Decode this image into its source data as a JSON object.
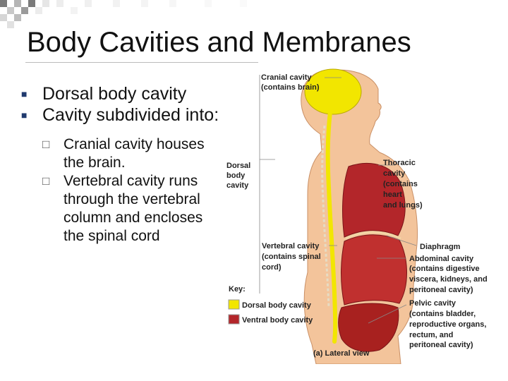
{
  "slide": {
    "title": "Body Cavities and Membranes",
    "bullets": [
      "Dorsal body cavity",
      "Cavity subdivided into:"
    ],
    "sub_bullets": [
      "Cranial cavity houses the brain.",
      "Vertebral cavity runs through the vertebral column and encloses the spinal cord"
    ]
  },
  "figure": {
    "labels": {
      "cranial_1": "Cranial cavity",
      "cranial_2": "(contains brain)",
      "dorsal_1": "Dorsal",
      "dorsal_2": "body",
      "dorsal_3": "cavity",
      "thoracic_1": "Thoracic",
      "thoracic_2": "cavity",
      "thoracic_3": "(contains",
      "thoracic_4": "heart",
      "thoracic_5": "and lungs)",
      "vertebral_1": "Vertebral cavity",
      "vertebral_2": "(contains spinal",
      "vertebral_3": "cord)",
      "diaphragm": "Diaphragm",
      "abdominal_1": "Abdominal cavity",
      "abdominal_2": "(contains digestive",
      "abdominal_3": "viscera, kidneys, and",
      "abdominal_4": "peritoneal cavity)",
      "pelvic_1": "Pelvic cavity",
      "pelvic_2": "(contains bladder,",
      "pelvic_3": "reproductive organs,",
      "pelvic_4": "rectum, and",
      "pelvic_5": "peritoneal cavity)",
      "key": "Key:",
      "key_dorsal": "Dorsal body cavity",
      "key_ventral": "Ventral body cavity",
      "caption": "(a) Lateral view"
    },
    "colors": {
      "dorsal": "#f2e600",
      "ventral": "#b3262a",
      "skin": "#f3c49b"
    }
  }
}
